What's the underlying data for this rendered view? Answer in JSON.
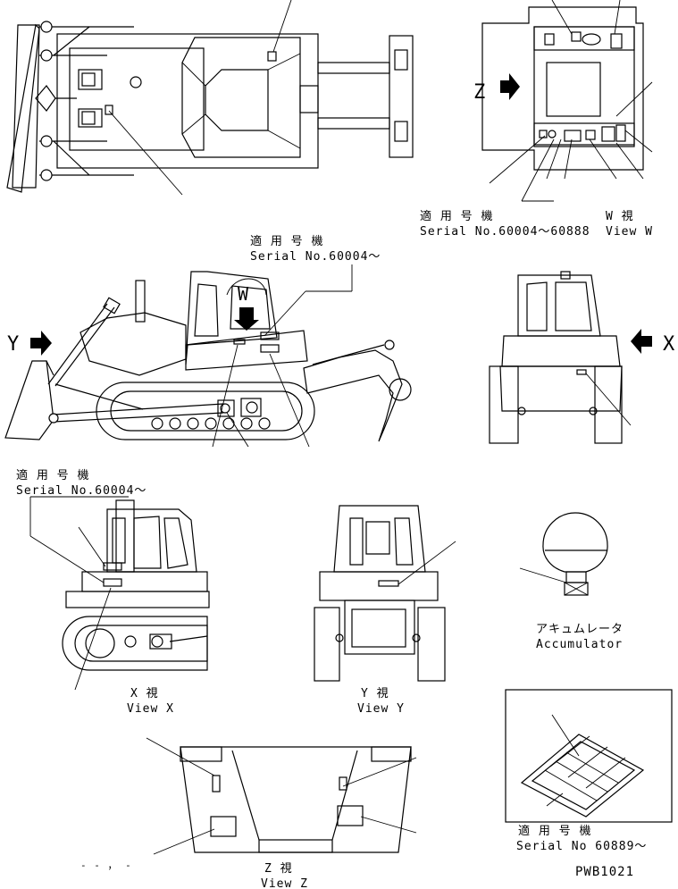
{
  "views": {
    "w": {
      "applicable_jp": "適 用 号 機",
      "serial": "Serial No.60004～60888",
      "view_jp": "W 視",
      "view_en": "View W"
    },
    "x": {
      "view_jp": "X 視",
      "view_en": "View X"
    },
    "y": {
      "view_jp": "Y 視",
      "view_en": "View Y"
    },
    "z": {
      "view_jp": "Z 視",
      "view_en": "View Z"
    }
  },
  "side_view": {
    "applicable_jp": "適 用 号 機",
    "serial": "Serial No.60004～"
  },
  "view_x_applicability": {
    "applicable_jp": "適 用 号 機",
    "serial": "Serial No.60004～"
  },
  "manual": {
    "applicable_jp": "適 用 号 機",
    "serial": "Serial No 60889～"
  },
  "accumulator": {
    "label_jp": "アキュムレータ",
    "label_en": "Accumulator"
  },
  "arrows": {
    "w": "W",
    "x": "X",
    "y": "Y",
    "z": "Z"
  },
  "drawing_number": "PWB1021",
  "note_marks": "- - ， -"
}
